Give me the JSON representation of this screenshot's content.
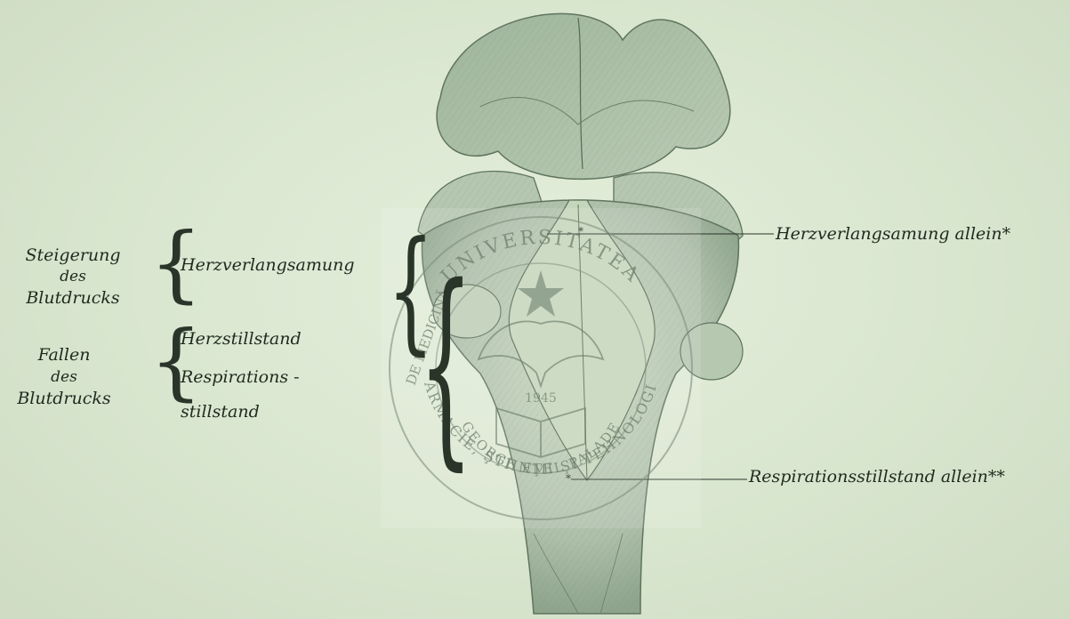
{
  "legend": {
    "group1": {
      "line1": "Steigerung",
      "line2": "des",
      "line3": "Blutdrucks"
    },
    "group2": {
      "line1": "Fallen",
      "line2": "des",
      "line3": "Blutdrucks"
    },
    "item_herzverlangsamung": "Herzverlangsamung",
    "item_herzstillstand": "Herzstillstand",
    "item_respirations_1": "Respirations -",
    "item_respirations_2": "stillstand"
  },
  "annotations": {
    "top_right": "Herzverlangsamung allein*",
    "bottom_right": "Respirationsstillstand allein**"
  },
  "watermark": {
    "text_top": "UNIVERSITATEA",
    "text_left": "DE MEDICINĂ",
    "text_bottom": "FARMACIE, ŞTIINŢE ŞI TEHNOLOGIE",
    "text_inner": "GEORGE EMIL PALADE",
    "year": "1945"
  },
  "colors": {
    "background": "#dce8d2",
    "ink": "#1e2a1e",
    "shading": "#7d917d"
  }
}
